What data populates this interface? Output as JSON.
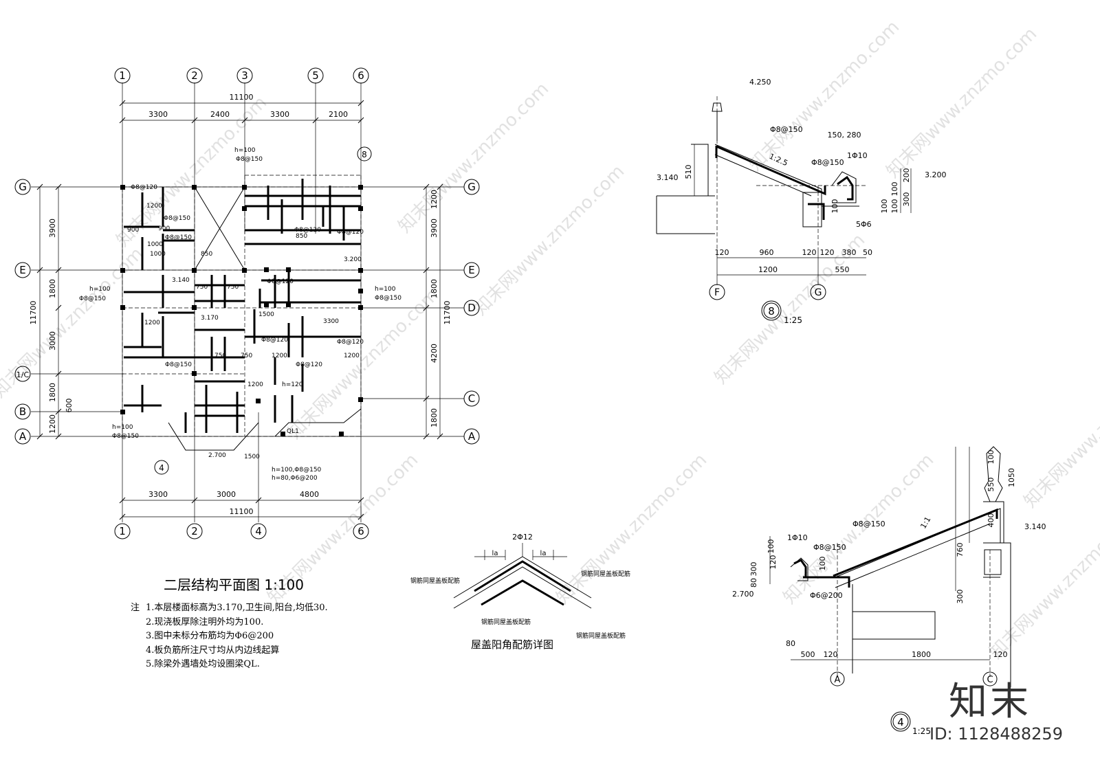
{
  "plan": {
    "title": "二层结构平面图",
    "scale": "1:100",
    "notes_prefix": "注",
    "notes": [
      "1.本层楼面标高为3.170,卫生间,阳台,均低30.",
      "2.现浇板厚除注明外均为100.",
      "3.图中未标分布筋均为Φ6@200",
      "4.板负筋所注尺寸均从内边线起算",
      "5.除梁外遇墙处均设圈梁QL."
    ],
    "axes_top": [
      "1",
      "2",
      "3",
      "5",
      "6"
    ],
    "axes_bottom": [
      "1",
      "2",
      "4",
      "6"
    ],
    "axes_left": [
      "G",
      "E",
      "1/C",
      "B",
      "A"
    ],
    "axes_right": [
      "G",
      "E",
      "D",
      "C",
      "A"
    ],
    "dims_top_total": "11100",
    "dims_top": [
      "3300",
      "2400",
      "3300",
      "2100"
    ],
    "dims_bottom": [
      "3300",
      "3000",
      "4800"
    ],
    "dims_bottom_total": "11100",
    "dims_left": [
      "3900",
      "1800",
      "3000",
      "1800",
      "1200"
    ],
    "dims_left_extra": "600",
    "dims_left_total": "11700",
    "dims_right": [
      "1200",
      "3900",
      "1800",
      "4200",
      "1800"
    ],
    "dims_right_total": "11700",
    "labels": [
      "h=100",
      "Φ8@150",
      "Φ8@120",
      "Φ8@150",
      "900",
      "1000",
      "1200",
      "750",
      "1500",
      "3300",
      "h=120",
      "3.140",
      "3.170",
      "3.200",
      "2.700",
      "QL1",
      "850",
      "h=100,Φ8@150",
      "h=80,Φ6@200"
    ],
    "callouts": [
      "8",
      "4"
    ]
  },
  "detail_corner": {
    "title": "屋盖阳角配筋详图",
    "rebar": "2Φ12",
    "la": "la",
    "notes": [
      "钢筋同屋盖板配筋",
      "钢筋同屋盖板配筋",
      "钢筋同屋盖板配筋",
      "钢筋同屋盖板配筋"
    ]
  },
  "detail_8": {
    "id": "8",
    "scale": "1:25",
    "elevations": [
      "4.250",
      "3.140",
      "3.200"
    ],
    "rebars": [
      "Φ8@150",
      "Φ8@150",
      "1Φ10",
      "5Φ6"
    ],
    "slope": "1:2.5",
    "dims_bottom": [
      "120",
      "960",
      "120",
      "120",
      "380",
      "50"
    ],
    "dims_bottom2": [
      "1200",
      "550"
    ],
    "dims_misc": [
      "510",
      "150, 280",
      "200",
      "100",
      "300",
      "100",
      "100",
      "100"
    ],
    "axes": [
      "F",
      "G"
    ]
  },
  "detail_4": {
    "id": "4",
    "scale": "1:25",
    "elevations": [
      "3.140",
      "2.700"
    ],
    "rebars": [
      "Φ8@150",
      "1Φ10",
      "Φ8@150",
      "Φ6@200"
    ],
    "slope": "1:1",
    "dims_bottom": [
      "80",
      "500",
      "120",
      "1800",
      "120"
    ],
    "dims_right": [
      "100",
      "550",
      "1050",
      "400",
      "760",
      "300"
    ],
    "dims_left": [
      "100",
      "300",
      "120",
      "80",
      "100"
    ],
    "axes": [
      "A",
      "C"
    ]
  },
  "watermark": "znzmo.com",
  "watermark_cn": "知末网www.znzmo.com",
  "brand": "知末",
  "id_label": "ID: 1128488259"
}
